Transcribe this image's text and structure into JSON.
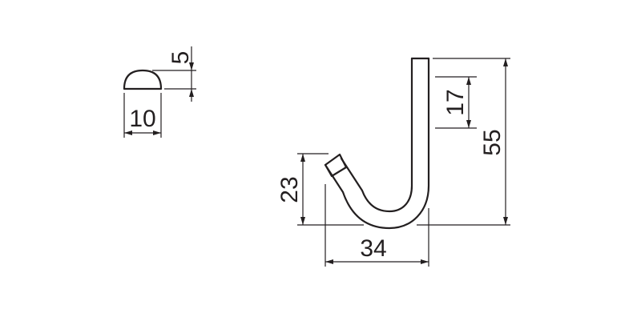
{
  "diagram": {
    "title": "",
    "profile_section": {
      "height_label": "5",
      "width_label": "10"
    },
    "hook": {
      "top_segment_label": "17",
      "total_height_label": "55",
      "tip_height_label": "23",
      "width_label": "34"
    },
    "colors": {
      "line": "#231f20",
      "background": "#ffffff"
    }
  }
}
